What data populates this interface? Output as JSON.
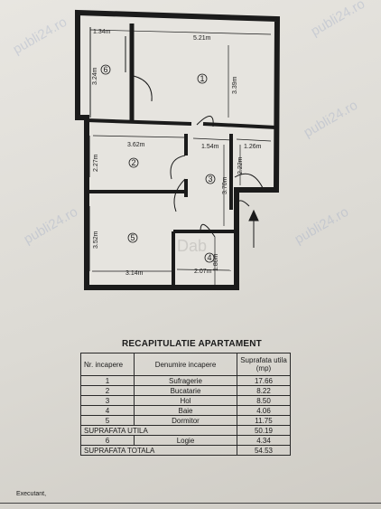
{
  "plan": {
    "dims": {
      "top_left_width": "1.34m",
      "top_width": "5.21m",
      "room6_height": "3.24m",
      "room1_height": "3.39m",
      "room2_width": "3.62m",
      "hall_width": "1.54m",
      "entry_width": "1.26m",
      "room2_height": "2.27m",
      "hall_height": "3.70m",
      "entry_height": "2.22m",
      "room5_height": "3.52m",
      "room5_width": "3.14m",
      "bath_width": "2.07m",
      "bath_height": "1.86m"
    },
    "rooms": {
      "r1": "1",
      "r2": "2",
      "r3": "3",
      "r4": "4",
      "r5": "5",
      "r6": "6"
    },
    "watermark": "publi24.ro",
    "watermark_center": "Dab"
  },
  "recap": {
    "title": "RECAPITULATIE APARTAMENT",
    "headers": {
      "nr": "Nr. incapere",
      "name": "Denumire incapere",
      "area": "Suprafata utila (mp)"
    },
    "rows": [
      {
        "nr": "1",
        "name": "Sufragerie",
        "area": "17.66"
      },
      {
        "nr": "2",
        "name": "Bucatarie",
        "area": "8.22"
      },
      {
        "nr": "3",
        "name": "Hol",
        "area": "8.50"
      },
      {
        "nr": "4",
        "name": "Baie",
        "area": "4.06"
      },
      {
        "nr": "5",
        "name": "Dormitor",
        "area": "11.75"
      }
    ],
    "utila_label": "SUPRAFATA UTILA",
    "utila_value": "50.19",
    "logie": {
      "nr": "6",
      "name": "Logie",
      "area": "4.34"
    },
    "totala_label": "SUPRAFATA TOTALA",
    "totala_value": "54.53"
  },
  "footer": {
    "executant": "Executant,"
  }
}
